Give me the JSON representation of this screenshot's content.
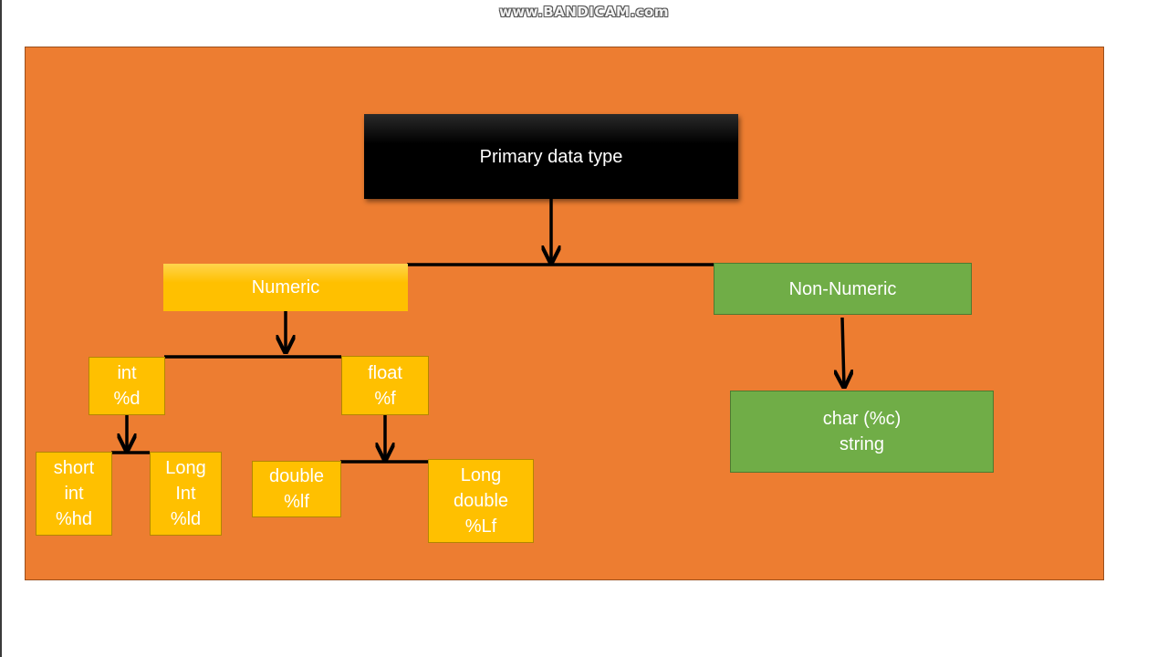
{
  "watermark": "www.BANDICAM.com",
  "diagram": {
    "root": {
      "label": "Primary data type"
    },
    "numeric": {
      "label": "Numeric"
    },
    "non_numeric": {
      "label": "Non-Numeric"
    },
    "int": {
      "label": "int\n%d"
    },
    "float": {
      "label": "float\n%f"
    },
    "short_int": {
      "label": "short\nint\n%hd"
    },
    "long_int": {
      "label": "Long\nInt\n%ld"
    },
    "double": {
      "label": "double\n%lf"
    },
    "long_double": {
      "label": "Long\ndouble\n%Lf"
    },
    "char_string": {
      "label": "char (%c)\nstring"
    }
  },
  "colors": {
    "background": "#ED7D31",
    "root": "#000000",
    "numeric": "#FFC000",
    "non_numeric": "#70AD47",
    "connector": "#000000",
    "text": "#FFFFFF"
  }
}
